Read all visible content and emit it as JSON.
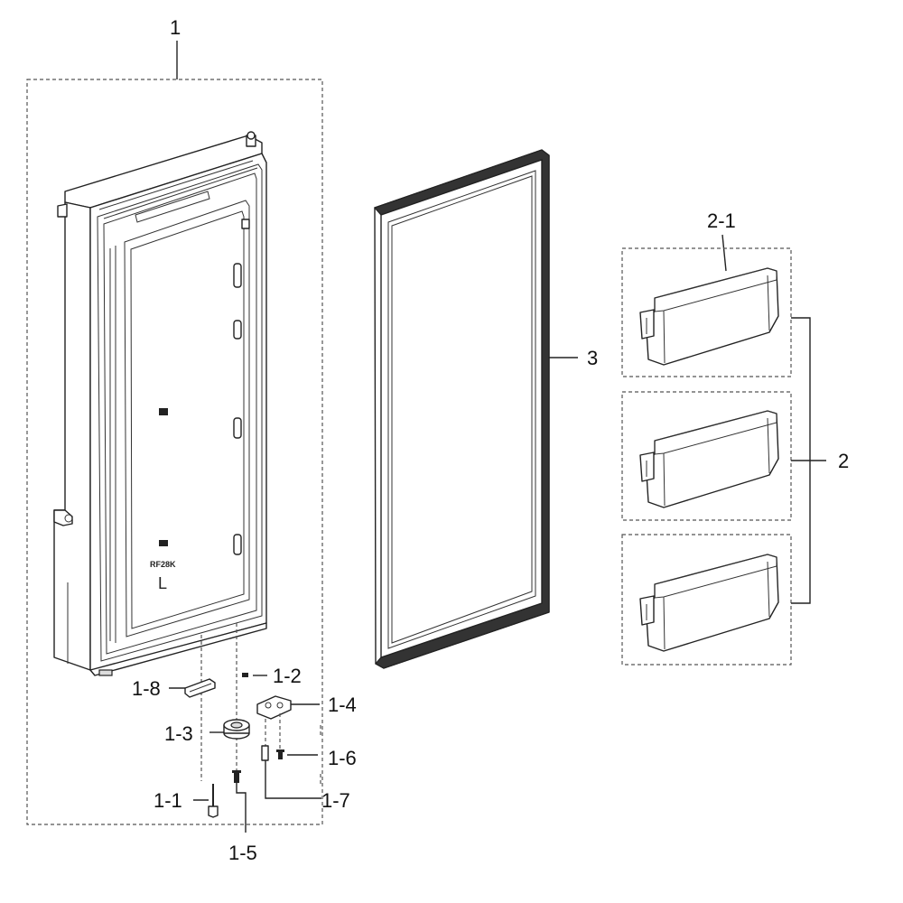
{
  "callouts": {
    "c1": "1",
    "c1_1": "1-1",
    "c1_2": "1-2",
    "c1_3": "1-3",
    "c1_4": "1-4",
    "c1_5": "1-5",
    "c1_6": "1-6",
    "c1_7": "1-7",
    "c1_8": "1-8",
    "c2": "2",
    "c2_1": "2-1",
    "c3": "3"
  },
  "door_markings": {
    "model_text": "RF28K",
    "side_letter": "L"
  },
  "colors": {
    "line": "#222222",
    "dashed_box": "#555555",
    "background": "#ffffff"
  }
}
